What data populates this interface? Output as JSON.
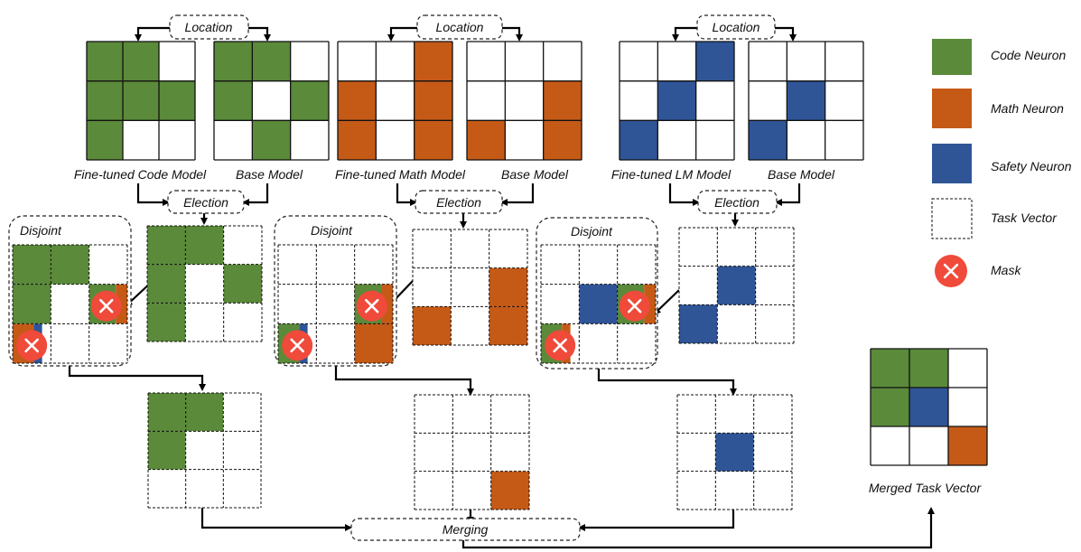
{
  "colors": {
    "code": "#5a8a3a",
    "math": "#c55a17",
    "safety": "#2f5597",
    "mask": "#f04a3a",
    "empty": "#ffffff"
  },
  "labels": {
    "location": "Location",
    "election": "Election",
    "disjoint": "Disjoint",
    "merging": "Merging",
    "finetuned_code": "Fine-tuned Code Model",
    "finetuned_math": "Fine-tuned  Math Model",
    "finetuned_lm": "Fine-tuned LM Model",
    "base_model": "Base Model",
    "merged": "Merged Task Vector"
  },
  "legend": [
    {
      "key": "code",
      "label": "Code Neuron"
    },
    {
      "key": "math",
      "label": "Math Neuron"
    },
    {
      "key": "safety",
      "label": "Safety Neuron"
    },
    {
      "key": "vector",
      "label": "Task Vector"
    },
    {
      "key": "mask",
      "label": "Mask"
    }
  ]
}
